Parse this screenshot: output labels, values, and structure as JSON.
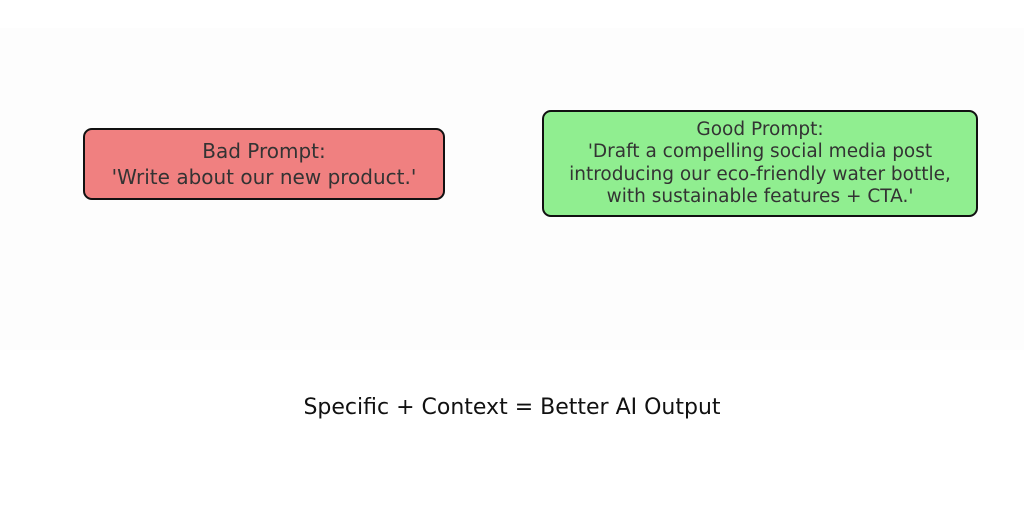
{
  "colors": {
    "bad_fill": "#f08080",
    "good_fill": "#90ee90",
    "border": "#111111",
    "text": "#333333",
    "caption": "#111111"
  },
  "bad_prompt": {
    "lines": [
      "Bad Prompt:",
      "'Write about our new product.'"
    ]
  },
  "good_prompt": {
    "lines": [
      "Good Prompt:",
      "'Draft a compelling social media post",
      "introducing our eco-friendly water bottle,",
      "with sustainable features + CTA.'"
    ]
  },
  "caption": "Specific + Context = Better AI Output"
}
